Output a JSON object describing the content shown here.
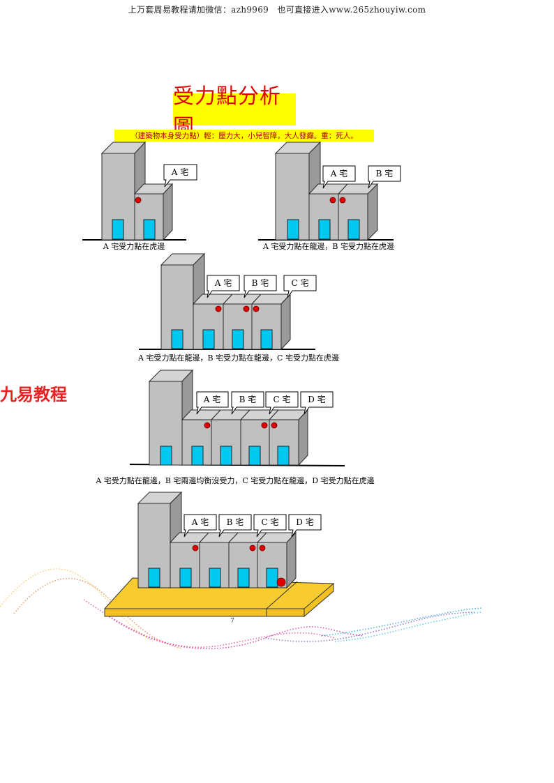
{
  "header": {
    "text": "上万套周易教程请加微信：azh9969　也可直接进入www.265zhouyiw.com"
  },
  "title": "受力點分析圖",
  "subtitle": "（建築物本身受力點）輕：壓力大，小兒智障，大人發癲。重：死人。",
  "watermark_logo": "九易教程",
  "page_number": "7",
  "diagrams": [
    {
      "callouts": [
        "A 宅"
      ],
      "caption": "A 宅受力點在虎邊"
    },
    {
      "callouts": [
        "A 宅",
        "B 宅"
      ],
      "caption": "A 宅受力點在龍邊，B 宅受力點在虎邊"
    },
    {
      "callouts": [
        "A 宅",
        "B 宅",
        "C 宅"
      ],
      "caption": "A 宅受力點在龍邊，B 宅受力點在龍邊，C 宅受力點在虎邊"
    },
    {
      "callouts": [
        "A 宅",
        "B 宅",
        "C 宅",
        "D 宅"
      ],
      "caption": "A 宅受力點在龍邊，B 宅兩邊均衡沒受力，C 宅受力點在龍邊，D 宅受力點在虎邊"
    },
    {
      "callouts": [
        "A 宅",
        "B 宅",
        "C 宅",
        "D 宅"
      ],
      "caption": ""
    }
  ]
}
